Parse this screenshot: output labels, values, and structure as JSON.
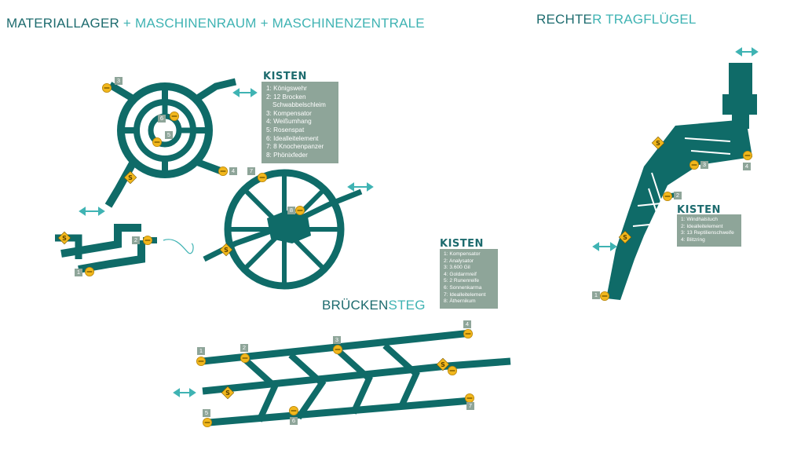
{
  "titles": {
    "main_a": "MATERIALLAGER",
    "plus1": " + ",
    "main_b": "MASCHINENRAUM",
    "plus2": " + ",
    "main_c": "MASCHINENZENTRALE",
    "right_a": "RECHTE",
    "right_b": "R TRAGFLÜGEL",
    "bridge_a": "BRÜCKEN",
    "bridge_b": "STEG"
  },
  "colors": {
    "path": "#0f6b68",
    "text_dark": "#1d6b6e",
    "text_light": "#3fb3b3",
    "legend_bg": "#8ea599",
    "chest": "#f2b71c",
    "arrow": "#3fb3b3"
  },
  "legend1": {
    "heading": "KISTEN",
    "items": [
      "1: Königswehr",
      "2: 12 Brocken",
      "Schwabbelschleim",
      "3: Kompensator",
      "4: Weißumhang",
      "5: Rosenspat",
      "6: Idealleitelement",
      "7: 8 Knochenpanzer",
      "8: Phönixfeder"
    ]
  },
  "legend2": {
    "heading": "KISTEN",
    "items": [
      "1: Kompensator",
      "2: Analysator",
      "3: 3.600 Gil",
      "4: Goldarmreif",
      "5: 2 Runenreife",
      "6: Sonnenkarma",
      "7: Idealleitelement",
      "8: Äthernikum"
    ]
  },
  "legend3": {
    "heading": "KISTEN",
    "items": [
      "1: Windhalstuch",
      "2: Idealleitelement",
      "3: 13 Reptilienschweife",
      "4: Blitzring"
    ]
  },
  "markers": {
    "m1": [
      "1",
      "2",
      "3",
      "4",
      "5",
      "6",
      "7",
      "8"
    ],
    "m2": [
      "1",
      "2",
      "3",
      "4"
    ],
    "m3": [
      "1",
      "2",
      "3",
      "4",
      "5",
      "6",
      "7"
    ]
  },
  "icons": {
    "chest": "chest-icon",
    "save": "save-point-icon",
    "exit": "exit-arrow-icon"
  }
}
